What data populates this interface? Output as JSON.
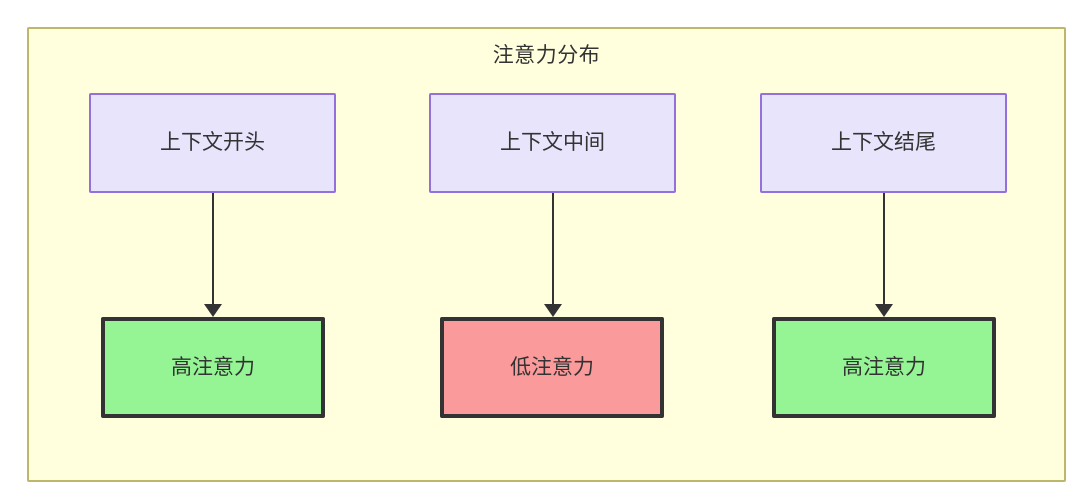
{
  "diagram": {
    "title": "注意力分布",
    "container": {
      "fill": "#ffffdd",
      "stroke": "#bdb76b"
    },
    "columns": [
      {
        "id": "col-1",
        "context": {
          "label": "上下文开头",
          "fill": "#e7e4fb",
          "stroke": "#9370db"
        },
        "result": {
          "label": "高注意力",
          "fill": "#95f595",
          "stroke": "#333333",
          "level": "high"
        },
        "edge": {
          "from": "上下文开头",
          "to": "高注意力",
          "style": "arrow-down"
        }
      },
      {
        "id": "col-2",
        "context": {
          "label": "上下文中间",
          "fill": "#e7e4fb",
          "stroke": "#9370db"
        },
        "result": {
          "label": "低注意力",
          "fill": "#fb9a9a",
          "stroke": "#333333",
          "level": "low"
        },
        "edge": {
          "from": "上下文中间",
          "to": "低注意力",
          "style": "arrow-down"
        }
      },
      {
        "id": "col-3",
        "context": {
          "label": "上下文结尾",
          "fill": "#e7e4fb",
          "stroke": "#9370db"
        },
        "result": {
          "label": "高注意力",
          "fill": "#95f595",
          "stroke": "#333333",
          "level": "high"
        },
        "edge": {
          "from": "上下文结尾",
          "to": "高注意力",
          "style": "arrow-down"
        }
      }
    ]
  }
}
